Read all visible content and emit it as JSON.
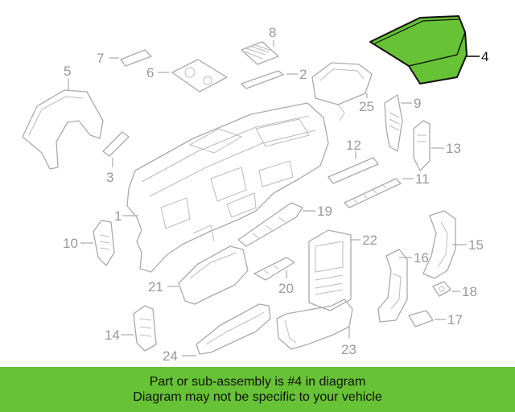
{
  "callouts": {
    "c1": "1",
    "c2": "2",
    "c3": "3",
    "c4": "4",
    "c5": "5",
    "c6": "6",
    "c7": "7",
    "c8": "8",
    "c9": "9",
    "c10": "10",
    "c11": "11",
    "c12": "12",
    "c13": "13",
    "c14": "14",
    "c15": "15",
    "c16": "16",
    "c17": "17",
    "c18": "18",
    "c19": "19",
    "c20": "20",
    "c21": "21",
    "c22": "22",
    "c23": "23",
    "c24": "24",
    "c25": "25"
  },
  "highlight": {
    "part_number": "4",
    "color": "#67c235"
  },
  "banner": {
    "line1": "Part or sub-assembly is #4 in diagram",
    "line2": "Diagram may not be specific to your vehicle",
    "background": "#67c235"
  }
}
